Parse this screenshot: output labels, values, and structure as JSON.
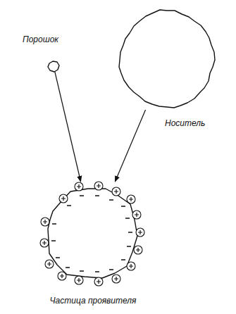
{
  "diagram": {
    "nodes": [
      {
        "text": [
          "Порошок"
        ]
      },
      {
        "text": [
          "Носитель"
        ]
      },
      {
        "text": [
          "Частица проявителя"
        ]
      }
    ],
    "edges": [
      {
        "from": 0,
        "to": 2,
        "arrow": "to"
      },
      {
        "from": 1,
        "to": 2,
        "arrow": "to"
      }
    ]
  }
}
